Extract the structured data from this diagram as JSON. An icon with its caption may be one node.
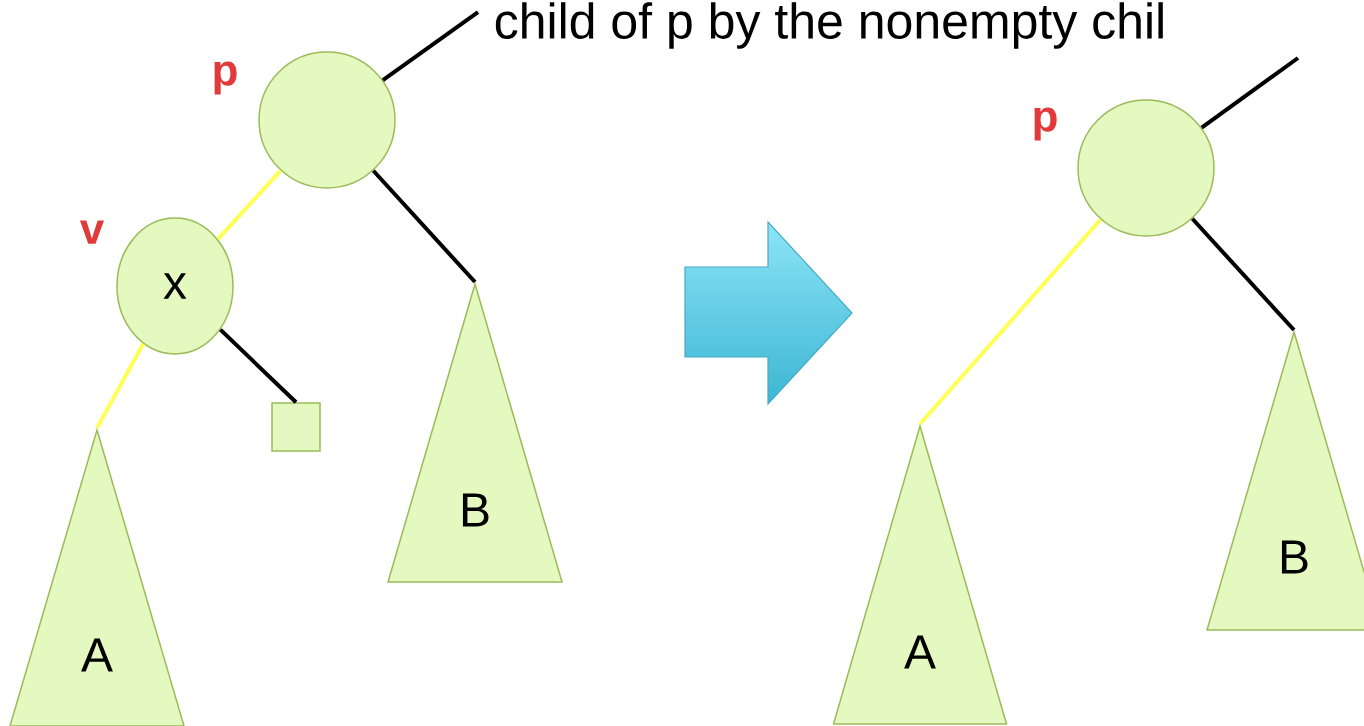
{
  "diagram": {
    "nodes": [
      {
        "text": [],
        "shape": "circle",
        "beside": [
          "p"
        ]
      },
      {
        "text": [
          "x"
        ],
        "beside": [
          "v"
        ]
      },
      {
        "text": [],
        "shape": "box"
      },
      {
        "text": [
          "B"
        ]
      },
      {
        "text": [
          "A"
        ]
      },
      {
        "text": [],
        "shape": "circle",
        "beside": [
          "p"
        ]
      },
      {
        "text": [
          "A"
        ]
      },
      {
        "text": [
          "B"
        ]
      }
    ],
    "edges": [
      {
        "from": null,
        "to": 0,
        "arrow": "none"
      },
      {
        "from": 0,
        "to": 1,
        "arrow": "none",
        "color": "#ffff55"
      },
      {
        "from": 0,
        "to": 3,
        "arrow": "none"
      },
      {
        "from": 1,
        "to": 4,
        "arrow": "none",
        "color": "#ffff55"
      },
      {
        "from": 1,
        "to": 2,
        "arrow": "none"
      },
      {
        "from": null,
        "to": 5,
        "arrow": "none"
      },
      {
        "from": 5,
        "to": 6,
        "arrow": "none",
        "color": "#ffff55"
      },
      {
        "from": 5,
        "to": 7,
        "arrow": "none"
      }
    ],
    "labels": [
      "child of p by the nonempty chil"
    ]
  }
}
